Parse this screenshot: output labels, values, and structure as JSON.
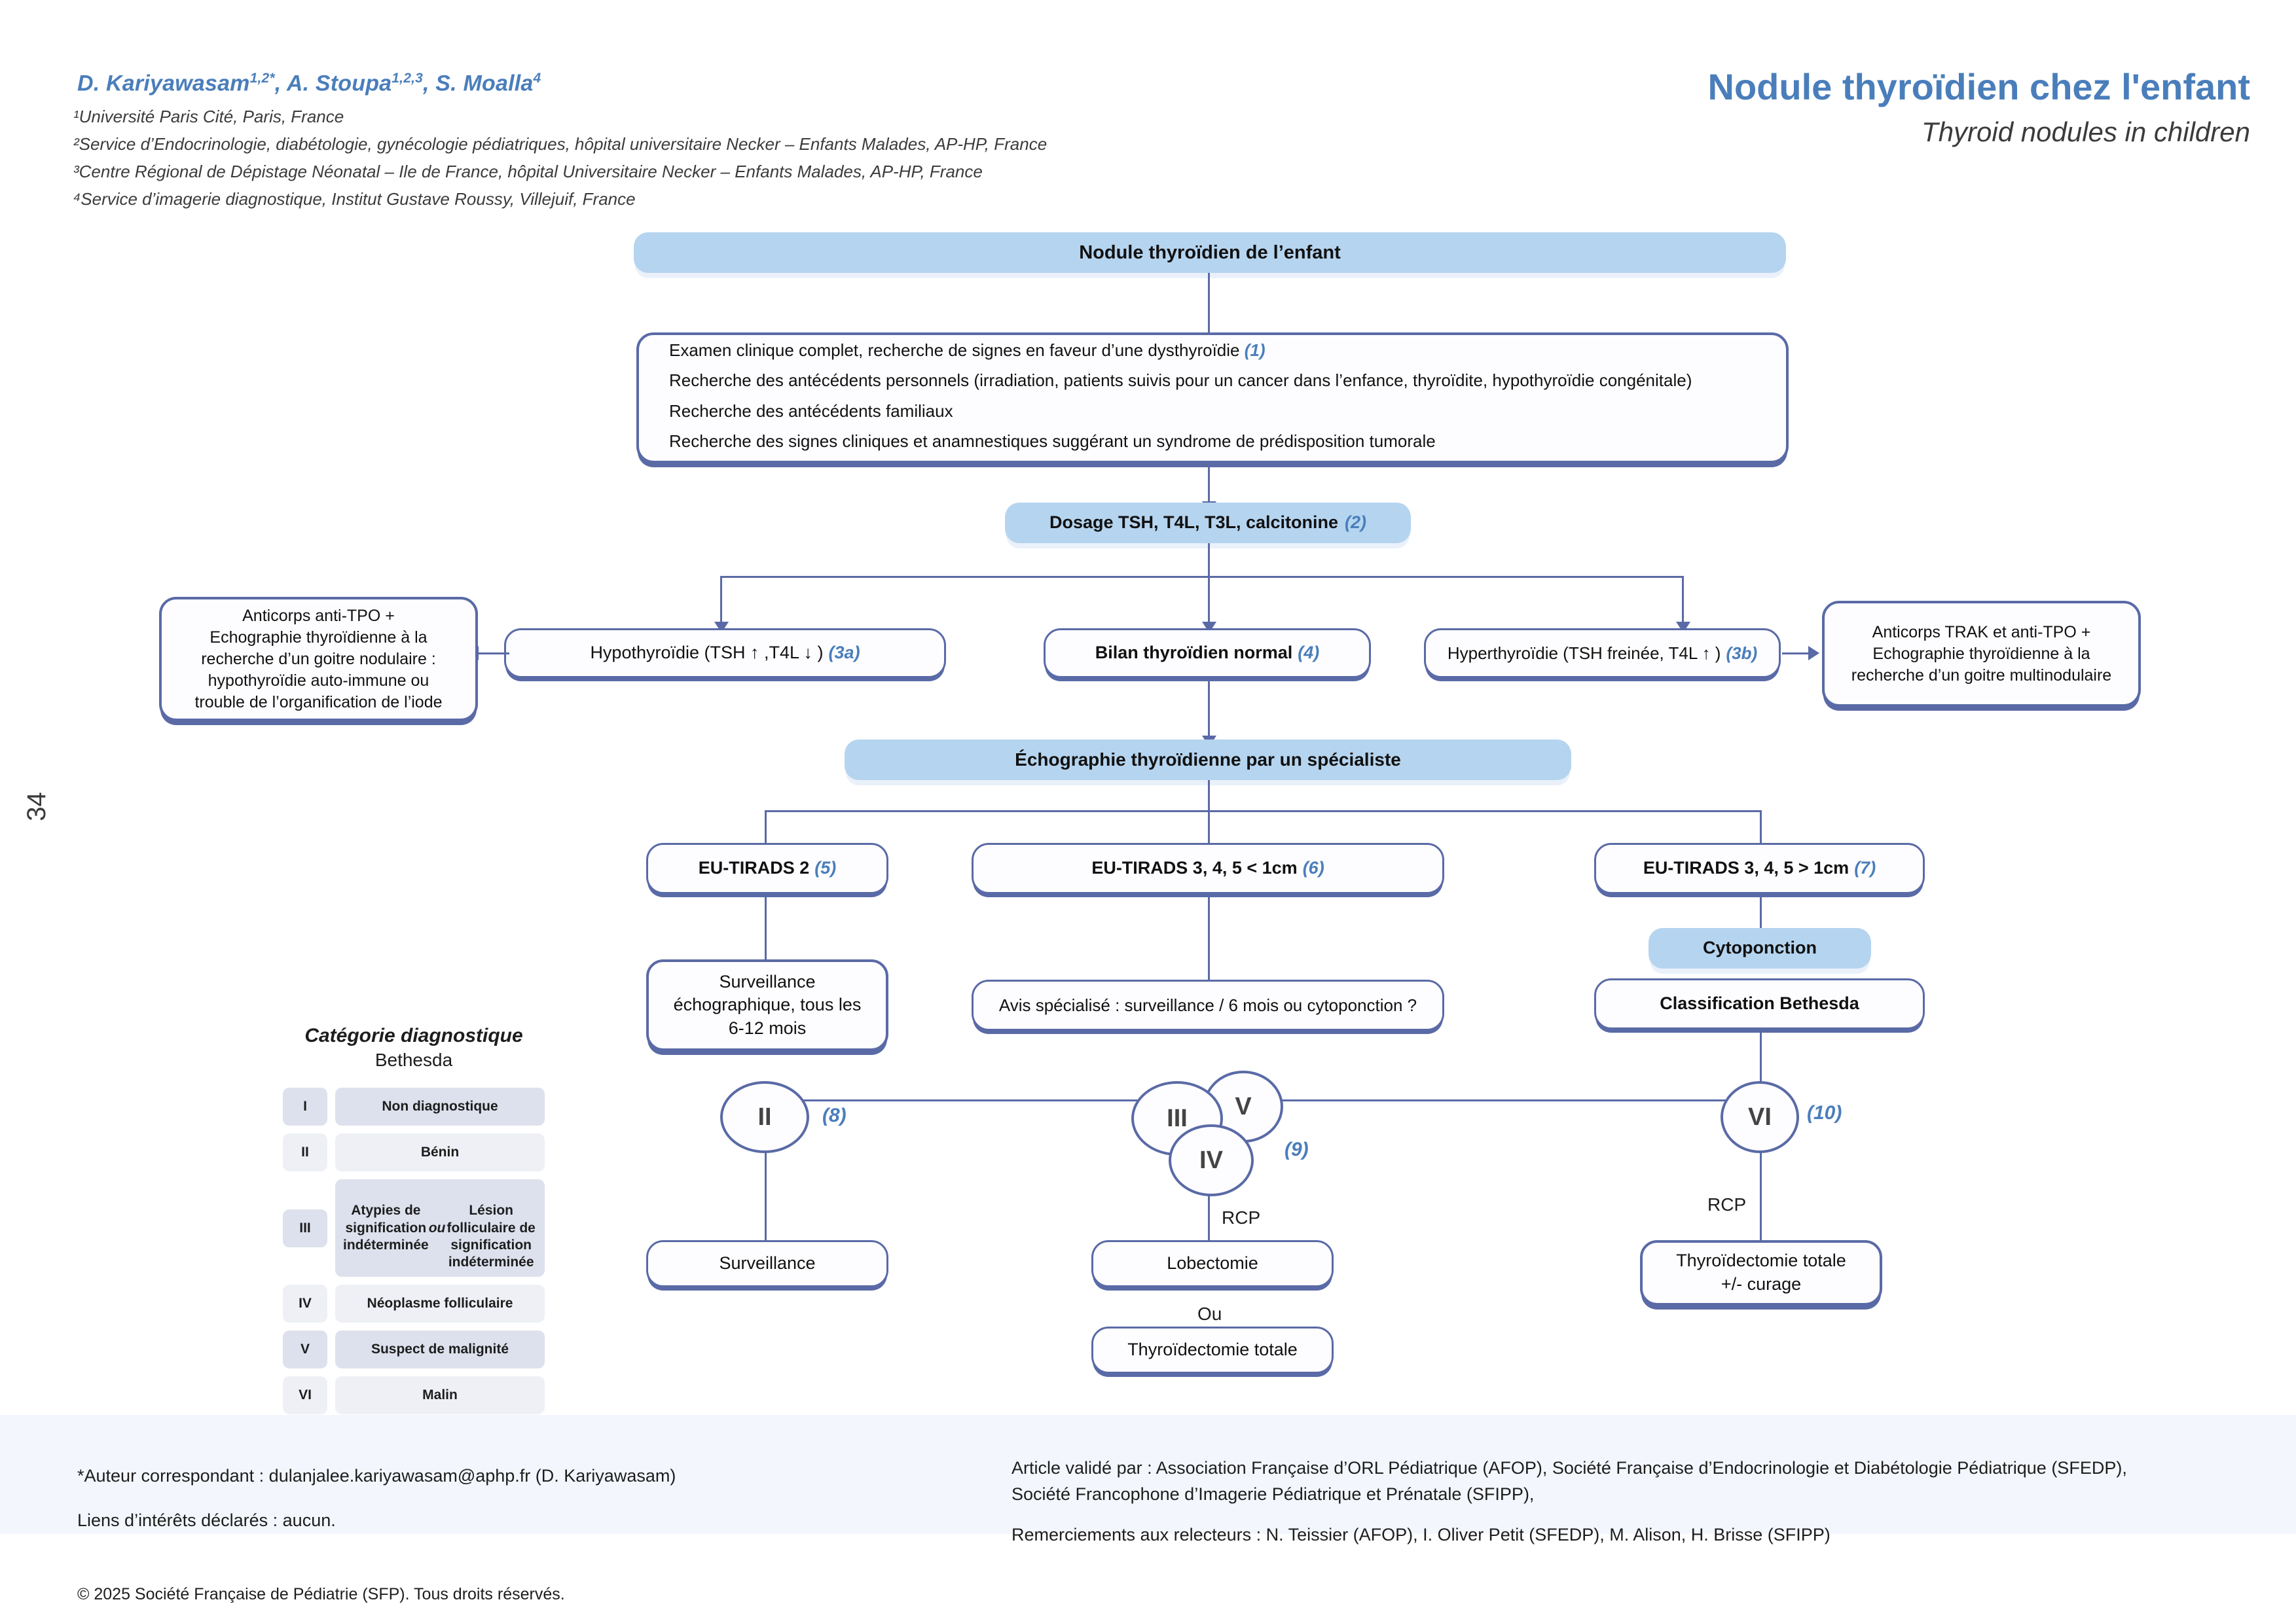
{
  "header": {
    "authors_html": "D. Kariyawasam<sup>1,2*</sup>, A. Stoupa<sup>1,2,3</sup>, S. Moalla<sup>4</sup>",
    "authors_text": "D. Kariyawasam1,2*, A. Stoupa1,2,3, S. Moalla4",
    "affiliations": [
      "¹Université Paris Cité, Paris, France",
      "²Service d’Endocrinologie, diabétologie, gynécologie pédiatriques, hôpital universitaire Necker – Enfants Malades, AP-HP, France",
      "³Centre Régional de Dépistage Néonatal – Ile de France, hôpital Universitaire Necker – Enfants Malades, AP-HP, France",
      "⁴Service d’imagerie diagnostique, Institut Gustave Roussy, Villejuif, France"
    ],
    "title_fr": "Nodule thyroïdien chez l'enfant",
    "title_en": "Thyroid nodules in children",
    "accent_color": "#4a7ebb"
  },
  "page_number": "34",
  "flow": {
    "node_root": "Nodule thyroïdien de l’enfant",
    "node_clinical": {
      "line1": "Examen clinique complet, recherche de signes en faveur d’une dysthyroïdie",
      "ref1": "(1)",
      "line2": "Recherche des antécédents personnels (irradiation, patients suivis pour un cancer dans l’enfance, thyroïdite, hypothyroïdie congénitale)",
      "line3": "Recherche des antécédents familiaux",
      "line4": "Recherche des signes cliniques et anamnestiques suggérant un syndrome de prédisposition tumorale"
    },
    "node_dosage": {
      "label": "Dosage TSH, T4L, T3L, calcitonine",
      "ref": "(2)"
    },
    "node_hypo": {
      "label": "Hypothyroïdie (TSH ↑ ,T4L ↓ )",
      "ref": "(3a)"
    },
    "node_normal": {
      "label": "Bilan thyroïdien normal",
      "ref": "(4)"
    },
    "node_hyper": {
      "label": "Hyperthyroïdie (TSH freinée, T4L ↑ )",
      "ref": "(3b)"
    },
    "node_tpo_left": {
      "l1": "Anticorps anti-TPO +",
      "l2": "Echographie thyroïdienne à la",
      "l3": "recherche d’un goitre nodulaire :",
      "l4": "hypothyroïdie auto-immune ou",
      "l5": "trouble de l’organification de l’iode"
    },
    "node_trak_right": {
      "l1": "Anticorps TRAK et anti-TPO +",
      "l2": "Echographie thyroïdienne à la",
      "l3": "recherche d’un goitre multinodulaire"
    },
    "node_echo": "Échographie thyroïdienne par un spécialiste",
    "node_tirads2": {
      "label": "EU-TIRADS 2",
      "ref": "(5)"
    },
    "node_tirads_small": {
      "label": "EU-TIRADS 3, 4, 5 < 1cm",
      "ref": "(6)"
    },
    "node_tirads_large": {
      "label": "EU-TIRADS 3, 4, 5 > 1cm",
      "ref": "(7)"
    },
    "node_surv_echo": {
      "l1": "Surveillance",
      "l2": "échographique, tous les",
      "l3": "6-12 mois"
    },
    "node_avis": "Avis spécialisé : surveillance / 6 mois ou cytoponction ?",
    "node_cyto": "Cytoponction",
    "node_bethesda_class": "Classification Bethesda",
    "circle_ii": {
      "label": "II",
      "ref": "(8)"
    },
    "circle_iii": {
      "label": "III"
    },
    "circle_v": {
      "label": "V"
    },
    "circle_iv": {
      "label": "IV",
      "ref": "(9)"
    },
    "circle_vi": {
      "label": "VI",
      "ref": "(10)"
    },
    "edge_rcp_mid": "RCP",
    "edge_rcp_right": "RCP",
    "node_surveillance": "Surveillance",
    "node_lobectomie": "Lobectomie",
    "node_ou": "Ou",
    "node_thyro_totale": "Thyroïdectomie totale",
    "node_thyro_curage": {
      "l1": "Thyroïdectomie totale",
      "l2": "+/- curage"
    },
    "colors": {
      "fill_blue": "#b5d4ef",
      "border_blue": "#5a6aa6",
      "ref_blue": "#4a7ebb"
    }
  },
  "bethesda": {
    "title": "Catégorie diagnostique",
    "subtitle": "Bethesda",
    "rows": [
      {
        "num": "I",
        "label": "Non diagnostique"
      },
      {
        "num": "II",
        "label": "Bénin"
      },
      {
        "num": "III",
        "label": "Atypies de signification indéterminée ou\nLésion folliculaire de signification indéterminée"
      },
      {
        "num": "IV",
        "label": "Néoplasme folliculaire"
      },
      {
        "num": "V",
        "label": "Suspect de malignité"
      },
      {
        "num": "VI",
        "label": "Malin"
      }
    ]
  },
  "footer": {
    "corresponding_author": "*Auteur correspondant : dulanjalee.kariyawasam@aphp.fr (D. Kariyawasam)",
    "conflicts": "Liens d’intérêts déclarés : aucun.",
    "validated_line1": "Article validé par : Association Française d’ORL Pédiatrique (AFOP), Société Française d’Endocrinologie et Diabétologie Pédiatrique (SFEDP),",
    "validated_line2": "Société Francophone d’Imagerie Pédiatrique et Prénatale (SFIPP),",
    "acknowledgements": "Remerciements aux relecteurs : N. Teissier (AFOP), I. Oliver Petit (SFEDP), M. Alison, H. Brisse (SFIPP)",
    "copyright": "© 2025 Société Française de Pédiatrie (SFP). Tous droits réservés."
  }
}
